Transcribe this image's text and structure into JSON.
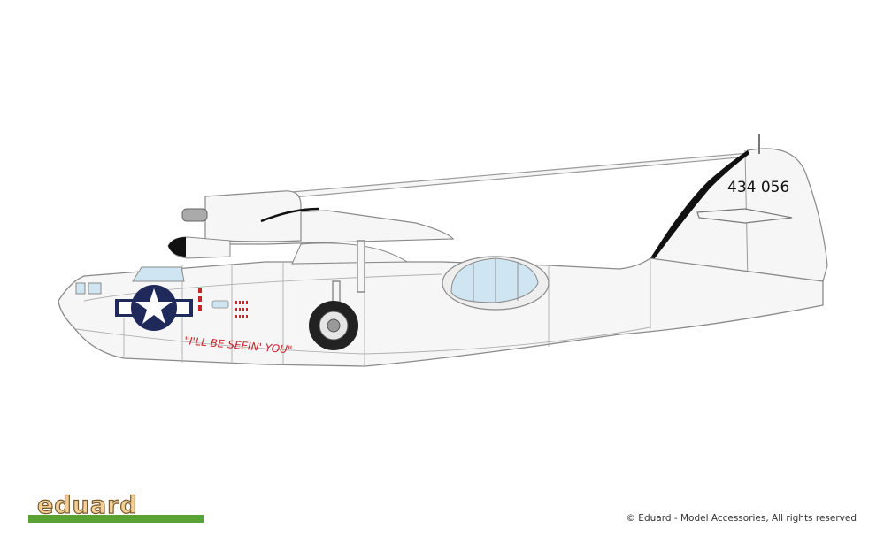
{
  "aircraft": {
    "serial": "434 056",
    "nose_art": "\"I'LL BE SEEIN' YOU\"",
    "insignia": "national-star-and-bar",
    "colors": {
      "airframe": "#f6f6f6",
      "panel_line": "#9a9a9a",
      "glazing": "#cfe6f2",
      "insignia_blue": "#1f2a5a",
      "insignia_white": "#ffffff",
      "nose_art_red": "#c8242b",
      "walkway_black": "#111111",
      "tire": "#222222"
    }
  },
  "logo": {
    "text": "eduard",
    "bar_color": "#5aa234",
    "text_color": "#f2cf96"
  },
  "copyright": "© Eduard - Model Accessories, All rights reserved"
}
